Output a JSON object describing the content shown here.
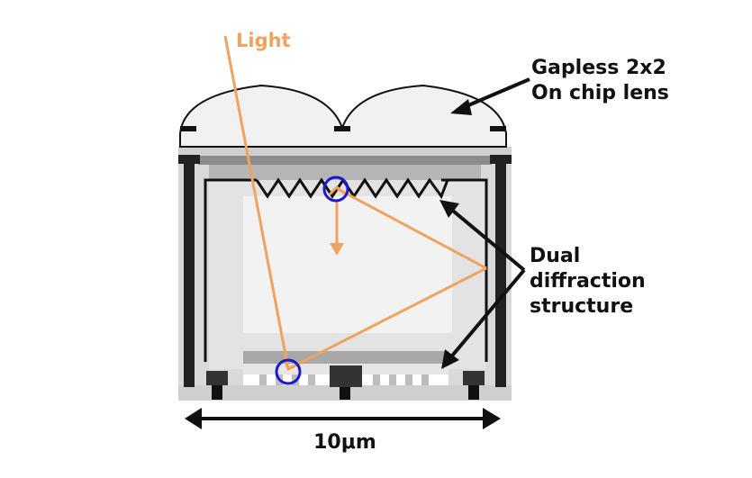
{
  "labels": {
    "light": "Light",
    "lens_line1": "Gapless 2x2",
    "lens_line2": "On chip lens",
    "dual_line1": "Dual",
    "dual_line2": "diffraction",
    "dual_line3": "structure",
    "dimension": "10μm"
  },
  "colors": {
    "light_ray": "#f0a35e",
    "marker": "#1a1acc",
    "outline": "#111111",
    "structure_light": "#e6e6e6",
    "structure_mid": "#bdbdbd",
    "structure_dark": "#222222",
    "lens_fill": "#f1f1f1"
  }
}
